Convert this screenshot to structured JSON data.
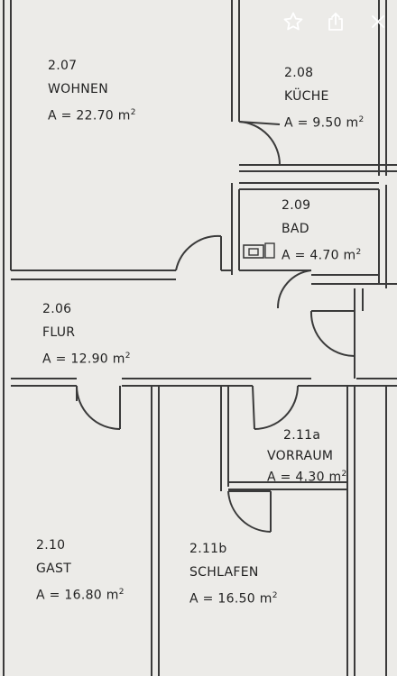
{
  "toolbar": {
    "favorite_icon": "star-icon",
    "share_icon": "share-icon",
    "close_icon": "close-icon"
  },
  "rooms": [
    {
      "number": "2.07",
      "name": "WOHNEN",
      "area": "A = 22.70 m",
      "unit_exp": "2"
    },
    {
      "number": "2.08",
      "name": "KÜCHE",
      "area": "A = 9.50 m",
      "unit_exp": "2"
    },
    {
      "number": "2.09",
      "name": "BAD",
      "area": "A = 4.70 m",
      "unit_exp": "2"
    },
    {
      "number": "2.06",
      "name": "FLUR",
      "area": "A = 12.90 m",
      "unit_exp": "2"
    },
    {
      "number": "2.11a",
      "name": "VORRAUM",
      "area": "A = 4.30 m",
      "unit_exp": "2"
    },
    {
      "number": "2.10",
      "name": "GAST",
      "area": "A = 16.80 m",
      "unit_exp": "2"
    },
    {
      "number": "2.11b",
      "name": "SCHLAFEN",
      "area": "A = 16.50 m",
      "unit_exp": "2"
    }
  ]
}
